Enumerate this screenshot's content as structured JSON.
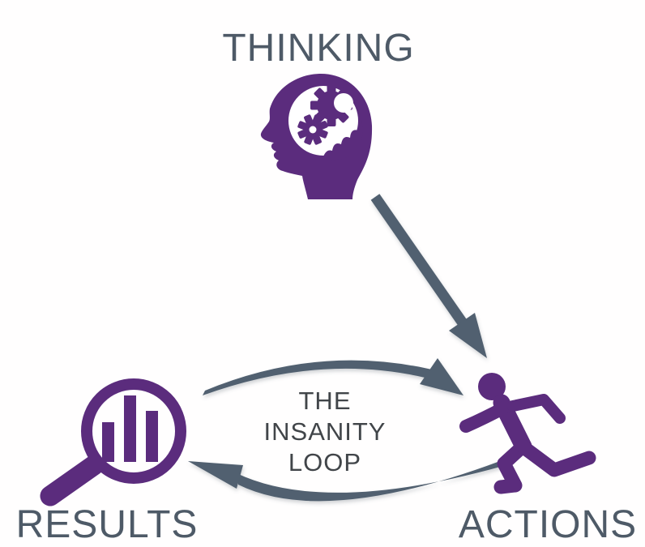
{
  "diagram": {
    "name": "insanity-loop-diagram",
    "background": "#ffffff"
  },
  "colors": {
    "icon_purple": "#5b2c7d",
    "arrow_slate": "#51606f",
    "label_gray": "#4e5a67",
    "caption_gray": "#414549"
  },
  "nodes": {
    "thinking": {
      "label": "THINKING",
      "icon": "head-with-gears-icon"
    },
    "actions": {
      "label": "ACTIONS",
      "icon": "running-person-icon"
    },
    "results": {
      "label": "RESULTS",
      "icon": "magnifier-bar-chart-icon"
    }
  },
  "loop_caption": {
    "line1": "THE",
    "line2": "INSANITY",
    "line3": "LOOP"
  },
  "edges": [
    {
      "from": "thinking",
      "to": "actions",
      "style": "straight-arrow"
    },
    {
      "from": "results",
      "to": "actions",
      "style": "curved-arrow-top"
    },
    {
      "from": "actions",
      "to": "results",
      "style": "curved-arrow-bottom"
    }
  ]
}
